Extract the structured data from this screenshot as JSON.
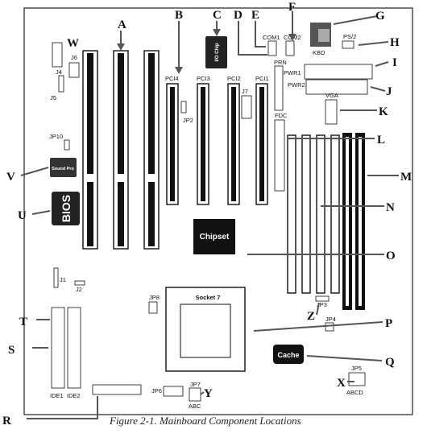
{
  "caption": "Figure 2-1. Mainboard Component Locations",
  "callouts": [
    "A",
    "B",
    "C",
    "D",
    "E",
    "F",
    "G",
    "H",
    "I",
    "J",
    "K",
    "L",
    "M",
    "N",
    "O",
    "P",
    "Q",
    "R",
    "S",
    "T",
    "U",
    "V",
    "W",
    "X",
    "Y",
    "Z"
  ],
  "components": {
    "pci1": "PCI1",
    "pci2": "PCI2",
    "pci3": "PCI3",
    "pci4": "PCI4",
    "com1": "COM1",
    "com2": "COM2",
    "kbd": "KBD",
    "ps2": "PS/2",
    "prn": "PRN",
    "pwr1": "PWR1",
    "pwr2": "PWR2",
    "vga": "VGA",
    "fdc": "FDC",
    "ide1": "IDE1",
    "ide2": "IDE2",
    "jp2": "JP2",
    "j7": "J7",
    "j6": "J6",
    "j4": "J4",
    "j5": "J5",
    "jp10": "JP10",
    "j1": "J1",
    "j2": "J2",
    "jp8": "JP8",
    "jp6": "JP6",
    "jp7": "JP7",
    "jp3": "JP3",
    "jp4": "JP4",
    "jp5": "JP5",
    "abc": "ABC",
    "abcd": "ABCD",
    "io_chip": "I/O Chip",
    "bios": "BIOS",
    "chipset": "Chipset",
    "cache": "Cache",
    "socket7": "Socket 7",
    "sound": "Sound Pro"
  }
}
